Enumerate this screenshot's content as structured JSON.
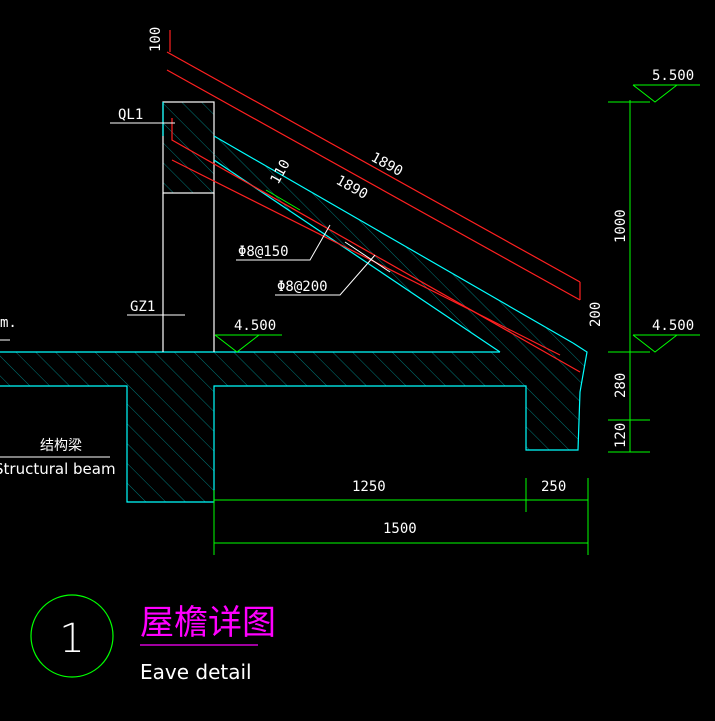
{
  "colors": {
    "background": "#000000",
    "concrete_outline": "#00ffff",
    "rebar": "#ff2020",
    "leader": "#ffffff",
    "dimension": "#00ff00",
    "text": "#ffffff",
    "title_cn": "#ff00ff",
    "elevation_marker": "#00ff00",
    "hatch": "#00c8c8"
  },
  "labels": {
    "ql1": "QL1",
    "gz1": "GZ1",
    "rebar_a": "Φ8@150",
    "rebar_b": "Φ8@200",
    "beam_cn": "结构梁",
    "beam_en": "Structural beam",
    "cut_text": "m."
  },
  "elevations": {
    "top": "5.500",
    "right": "4.500",
    "slab": "4.500"
  },
  "dimensions": {
    "thk_top": "100",
    "slope_outer": "1890",
    "slope_inner": "1890",
    "thk_slope": "110",
    "vert_total": "1000",
    "vert_upper": "200",
    "vert_280": "280",
    "vert_120": "120",
    "span_1250": "1250",
    "span_250": "250",
    "span_1500": "1500"
  },
  "title": {
    "number": "1",
    "cn": "屋檐详图",
    "en": "Eave detail"
  }
}
